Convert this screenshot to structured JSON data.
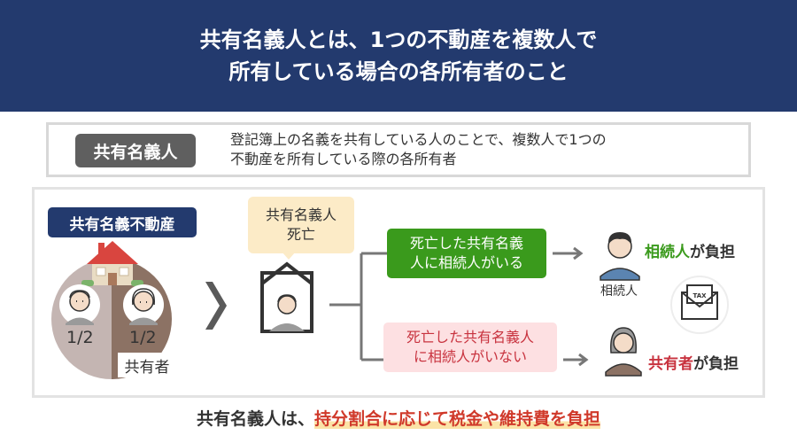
{
  "header": {
    "line1": "共有名義人とは、1つの不動産を複数人で",
    "line2": "所有している場合の各所有者のこと"
  },
  "definition": {
    "badge": "共有名義人",
    "text_line1": "登記簿上の名義を共有している人のことで、複数人で1つの",
    "text_line2": "不動産を所有している際の各所有者"
  },
  "left_panel": {
    "tag": "共有名義不動産",
    "share_left": "1/2",
    "share_right": "1/2",
    "co_owner_label": "共有者"
  },
  "death_bubble": {
    "line1": "共有名義人",
    "line2": "死亡"
  },
  "branch_heir": {
    "line1": "死亡した共有名義",
    "line2": "人に相続人がいる",
    "person_label": "相続人",
    "burden_highlight": "相続人",
    "burden_rest": "が負担"
  },
  "branch_no_heir": {
    "line1": "死亡した共有名義人",
    "line2": "に相続人がいない",
    "burden_highlight": "共有者",
    "burden_rest": "が負担"
  },
  "tax_icon_text": "TAX",
  "footer": {
    "prefix": "共有名義人は、",
    "highlight": "持分割合に応じて税金や維持費を負担"
  },
  "colors": {
    "navy": "#233a6e",
    "green": "#3a9a1c",
    "red": "#c8333f",
    "pink_bg": "#fde0e2",
    "bubble_bg": "#fcebc7"
  }
}
